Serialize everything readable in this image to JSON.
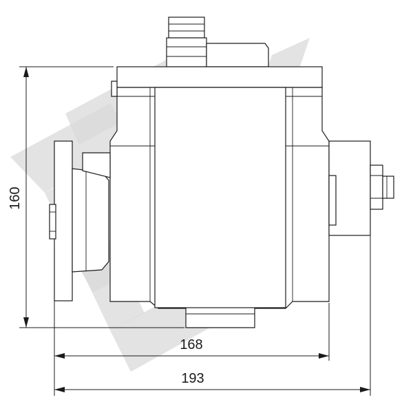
{
  "dimensions": {
    "height_label": "160",
    "inner_width_label": "168",
    "overall_width_label": "193"
  },
  "colors": {
    "line": "#1a1a1a",
    "watermark": "#d9d9d9",
    "background": "#ffffff"
  }
}
